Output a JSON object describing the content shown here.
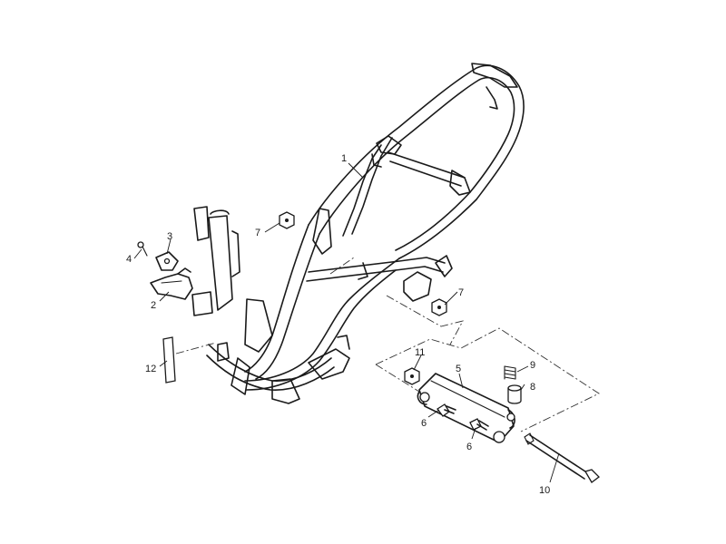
{
  "callouts": {
    "c1": "1",
    "c2": "2",
    "c3": "3",
    "c4": "4",
    "c5": "5",
    "c6a": "6",
    "c6b": "6",
    "c7a": "7",
    "c7b": "7",
    "c8": "8",
    "c9": "9",
    "c10": "10",
    "c11": "11",
    "c12": "12"
  },
  "colors": {
    "line": "#1a1a1a",
    "background": "#ffffff"
  }
}
